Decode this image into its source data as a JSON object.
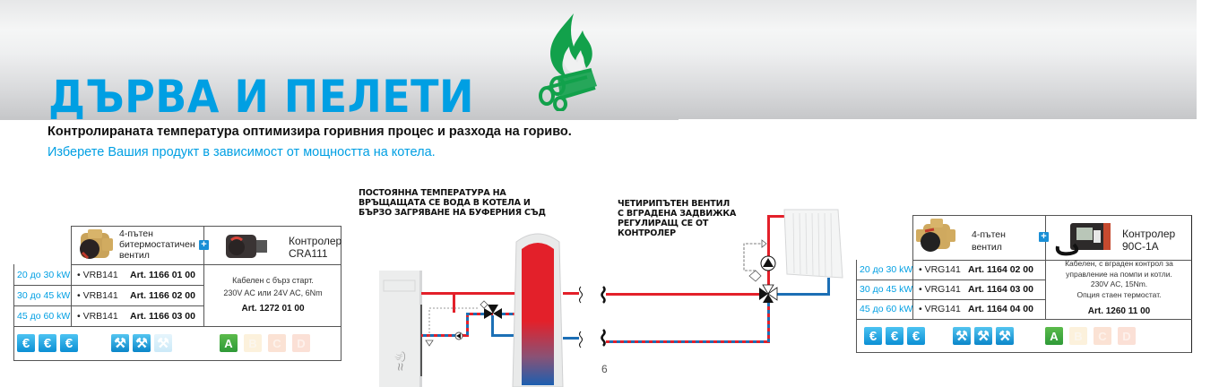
{
  "header": {
    "title": "ДЪРВА И ПЕЛЕТИ",
    "icon": "fire-wood-icon",
    "accent_color": "#009fe3",
    "icon_color": "#12a14b"
  },
  "intro": {
    "bold": "Контролираната температура оптимизира горивния процес и разхода на гориво.",
    "blue": "Изберете Вашия продукт в зависимост от мощността на котела."
  },
  "left_table": {
    "valve_name": "4-пътен битермостатичен вентил",
    "valve_lines": [
      "4-пътен",
      "битермостатичен",
      "вентил"
    ],
    "controller_lines": [
      "Контролер",
      "CRA111"
    ],
    "rows": [
      {
        "power": "20 до 30 kW",
        "model": "• VRB141",
        "art": "Art. 1166 01 00"
      },
      {
        "power": "30 до 45 kW",
        "model": "• VRB141",
        "art": "Art. 1166 02 00"
      },
      {
        "power": "45 до 60 kW",
        "model": "• VRB141",
        "art": "Art. 1166 03 00"
      }
    ],
    "controller_desc": [
      "Кабелен с бърз старт.",
      "230V AC или 24V AC, 6Nm"
    ],
    "controller_art": "Art. 1272 01 00",
    "price_level": 3,
    "install_level": 2,
    "classes": [
      "A",
      "B",
      "C",
      "D"
    ],
    "active_class": "A"
  },
  "right_table": {
    "valve_lines": [
      "4-пътен",
      "вентил"
    ],
    "controller_lines": [
      "Контролер",
      "90C-1A"
    ],
    "rows": [
      {
        "power": "20 до 30 kW",
        "model": "• VRG141",
        "art": "Art. 1164 02 00"
      },
      {
        "power": "30 до 45 kW",
        "model": "• VRG141",
        "art": "Art. 1164 03 00"
      },
      {
        "power": "45 до 60 kW",
        "model": "• VRG141",
        "art": "Art. 1164 04 00"
      }
    ],
    "controller_desc": [
      "Кабелен, с вграден контрол за",
      "управление на помпи и котли.",
      "230V AC, 15Nm.",
      "Опция стаен термостат."
    ],
    "controller_art": "Art. 1260 11 00",
    "price_level": 3,
    "install_level": 3,
    "classes": [
      "A",
      "B",
      "C",
      "D"
    ],
    "active_class": "A"
  },
  "diagram": {
    "caption_left": [
      "ПОСТОЯННА ТЕМПЕРАТУРА НА",
      "ВРЪЩАЩАТА СЕ ВОДА В КОТЕЛА И",
      "БЪРЗО ЗАГРЯВАНЕ НА БУФЕРНИЯ СЪД"
    ],
    "caption_right": [
      "ЧЕТИРИПЪТЕН ВЕНТИЛ",
      "С ВГРАДЕНА ЗАДВИЖКА",
      "РЕГУЛИРАЩ СЕ ОТ",
      "КОНТРОЛЕР"
    ],
    "hot_color": "#e3202a",
    "cold_color": "#1c6fb5"
  },
  "page_number": "6"
}
